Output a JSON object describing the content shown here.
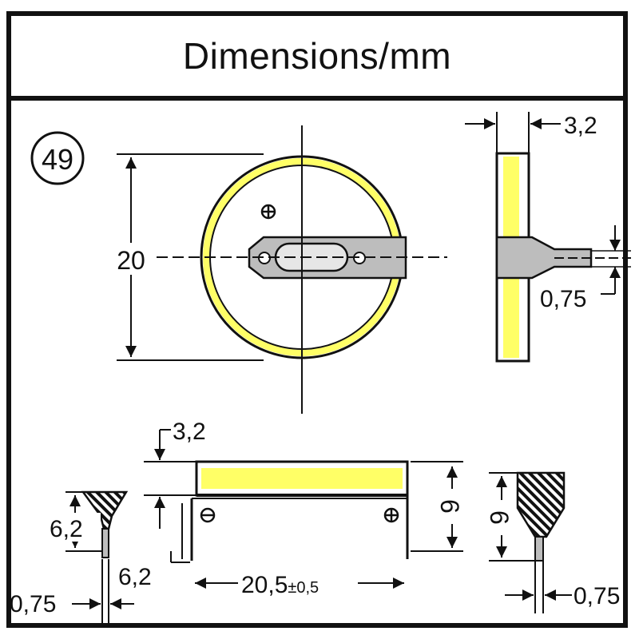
{
  "header": {
    "title": "Dimensions/mm"
  },
  "badge": {
    "number": "49"
  },
  "labels": {
    "diameter": "20",
    "thickness_side": "3,2",
    "tab_side": "0,75",
    "thickness_front": "3,2",
    "pin_height_left": "6,2",
    "pin_offset_front": "6,2",
    "width_front": "20,5",
    "width_tolerance": "±0,5",
    "height_front": "9",
    "tab_left": "0,75",
    "height_right": "9",
    "tab_right": "0,75"
  },
  "colors": {
    "cell_yellow": "#ffff66",
    "tab_grey": "#bdbdbd",
    "line": "#111111"
  }
}
